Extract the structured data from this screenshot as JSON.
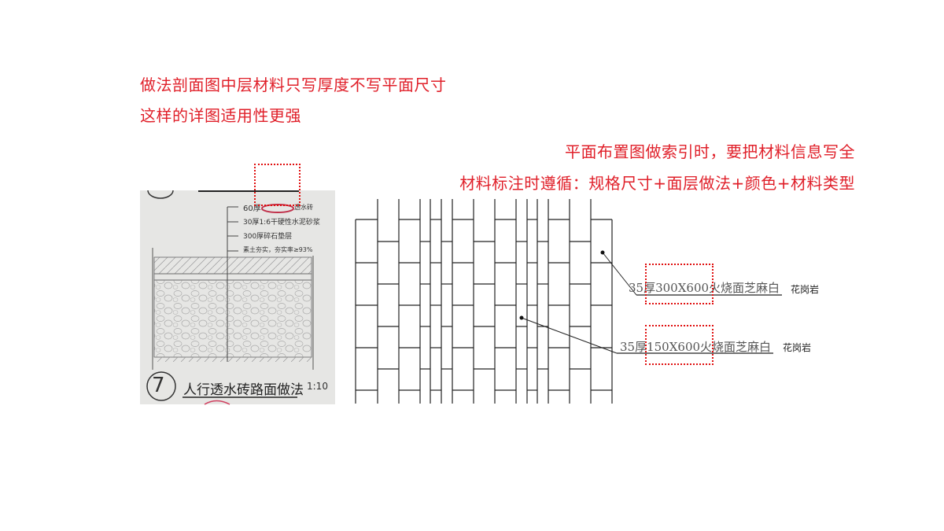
{
  "notes": {
    "left_line1": "做法剖面图中层材料只写厚度不写平面尺寸",
    "left_line2": "这样的详图适用性更强",
    "right_line1": "平面布置图做索引时，要把材料信息写全",
    "right_line2": "材料标注时遵循：规格尺寸+面层做法+颜色+材料类型"
  },
  "section_detail": {
    "layers": [
      "60厚",
      "透水砖",
      "30厚1:6干硬性水泥砂浆",
      "300厚碎石垫层",
      "素土夯实，夯实率≥93%"
    ],
    "number": "7",
    "title": "人行透水砖路面做法",
    "scale": "1:10"
  },
  "plan": {
    "callouts": [
      {
        "label": "35厚300X600火烧面芝麻白",
        "material": "花岗岩"
      },
      {
        "label": "35厚150X600火烧面芝麻白",
        "material": "花岗岩"
      }
    ]
  },
  "colors": {
    "accent": "#e0202a",
    "highlight_box": "#e01010"
  }
}
